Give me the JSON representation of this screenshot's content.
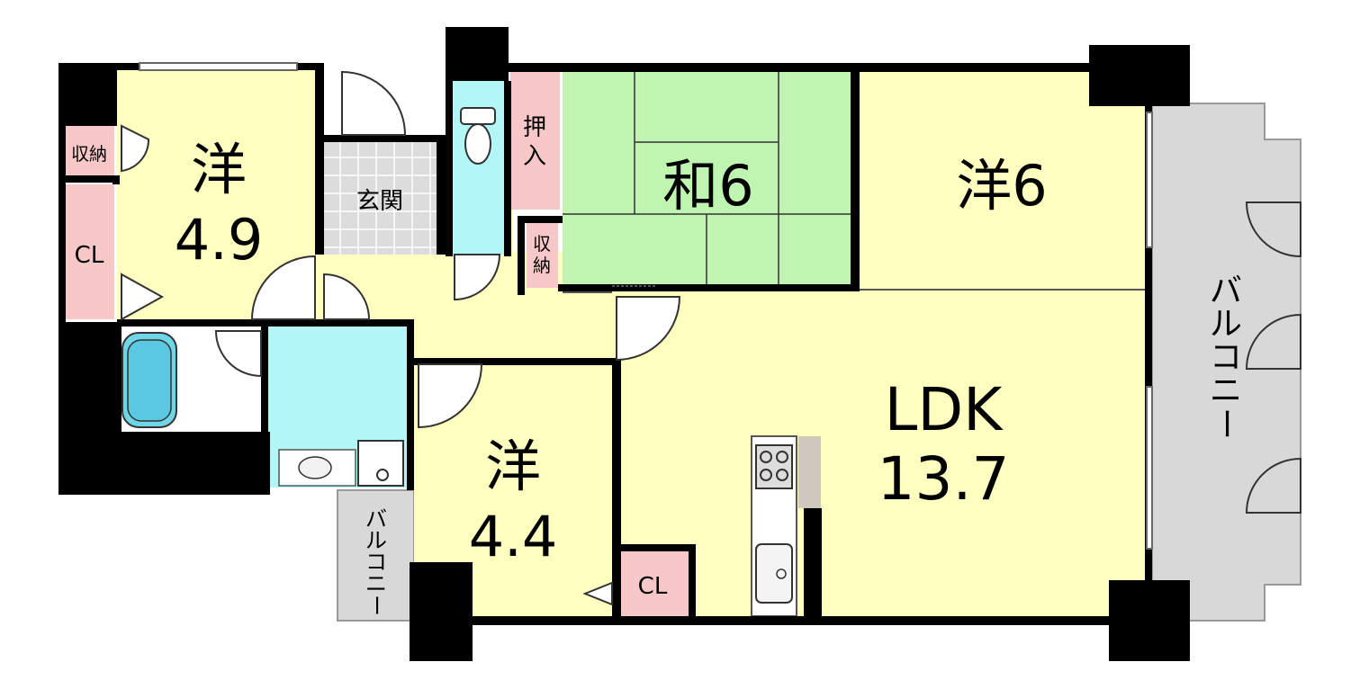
{
  "rooms": {
    "western_nw": {
      "type": "洋",
      "size": "4.9"
    },
    "japanese": {
      "label": "和6"
    },
    "western_ne": {
      "label": "洋6"
    },
    "ldk": {
      "type": "LDK",
      "size": "13.7"
    },
    "western_s": {
      "type": "洋",
      "size": "4.4"
    },
    "entrance": {
      "label": "玄関"
    }
  },
  "storage": {
    "nw_storage": "収納",
    "nw_closet": "CL",
    "oshiire_1": "押",
    "oshiire_2": "入",
    "small_storage_1": "収",
    "small_storage_2": "納",
    "s_closet": "CL"
  },
  "balconies": {
    "east": [
      "バ",
      "ル",
      "コ",
      "ニ",
      "ー"
    ],
    "south": [
      "バ",
      "ル",
      "コ",
      "ニ",
      "ー"
    ]
  },
  "colors": {
    "western": "#ffffc0",
    "japanese": "#bff5b0",
    "wet": "#b3f6f8",
    "storage": "#f8c8c8",
    "entrance": "#dcdcdc",
    "balcony": "#d8d8d8",
    "wall": "#000000"
  }
}
